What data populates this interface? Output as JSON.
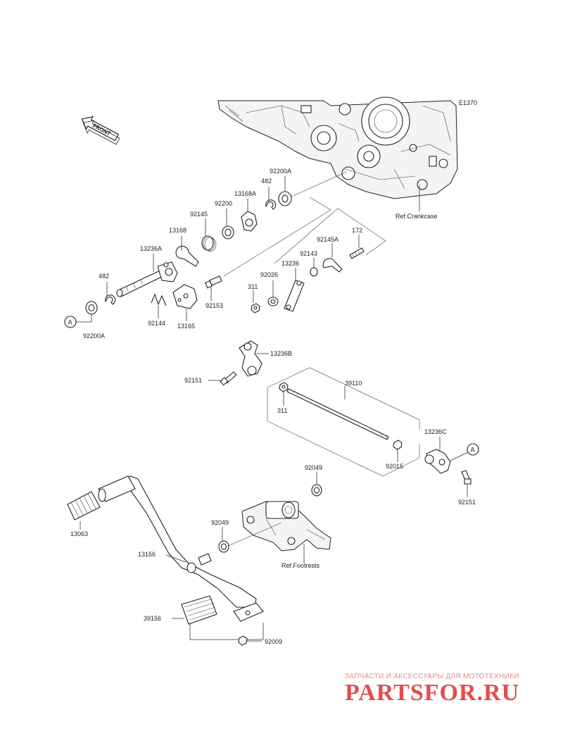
{
  "diagram_code": "E1370",
  "front_label": "FRONT",
  "reference_labels": {
    "crankcase": "Ref.Crankcase",
    "footrests": "Ref.Footrests"
  },
  "connector_marker": "A",
  "part_labels": {
    "p92200A_top": "92200A",
    "p482_top": "482",
    "p13168A": "13168A",
    "p92200": "92200",
    "p92145": "92145",
    "p13168": "13168",
    "p13236A": "13236A",
    "p482_left": "482",
    "p92200A_left": "92200A",
    "p92144": "92144",
    "p13165": "13165",
    "p92153": "92153",
    "p311_top": "311",
    "p92026": "92026",
    "p13236": "13236",
    "p92143": "92143",
    "p92145A": "92145A",
    "p172": "172",
    "p13236B": "13236B",
    "p92151_left": "92151",
    "p39110": "39110",
    "p311_mid": "311",
    "p13236C": "13236C",
    "p92015": "92015",
    "p92151_right": "92151",
    "p92049_top": "92049",
    "p92049_mid": "92049",
    "p13063": "13063",
    "p13156": "13156",
    "p39156": "39156",
    "p92009": "92009"
  },
  "watermark": {
    "tagline": "ЗАПЧАСТИ И АКСЕССУАРЫ ДЛЯ МОТОТЕХНИКИ",
    "brand": "PARTSFOR.RU"
  },
  "colors": {
    "line": "#333333",
    "watermark_brand": "#e64b4b",
    "watermark_tagline": "#e58a8a"
  }
}
